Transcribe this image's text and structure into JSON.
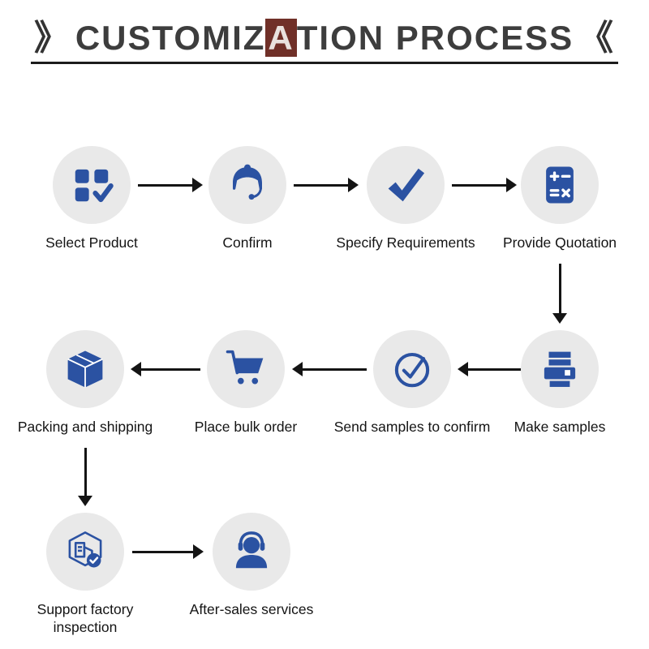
{
  "title": {
    "left_mark": "》",
    "right_mark": "《",
    "part1": "CUSTOMIZ",
    "highlight": "A",
    "part2": "TION PROCESS"
  },
  "colors": {
    "icon_blue": "#2b52a2",
    "circle_bg": "#e9e9e9",
    "arrow": "#141414",
    "title_text": "#3d3d3d",
    "highlight_bg": "#703028"
  },
  "steps": [
    {
      "label": "Select Product",
      "icon": "product-grid-check-icon"
    },
    {
      "label": "Confirm",
      "icon": "support-agent-icon"
    },
    {
      "label": "Specify Requirements",
      "icon": "checkmark-icon"
    },
    {
      "label": "Provide Quotation",
      "icon": "calculator-icon"
    },
    {
      "label": "Make samples",
      "icon": "printer-icon"
    },
    {
      "label": "Send samples to confirm",
      "icon": "circle-check-icon"
    },
    {
      "label": "Place bulk order",
      "icon": "shopping-cart-icon"
    },
    {
      "label": "Packing and shipping",
      "icon": "package-box-icon"
    },
    {
      "label": "Support factory\ninspection",
      "icon": "factory-inspection-icon"
    },
    {
      "label": "After-sales services",
      "icon": "headset-support-icon"
    }
  ]
}
